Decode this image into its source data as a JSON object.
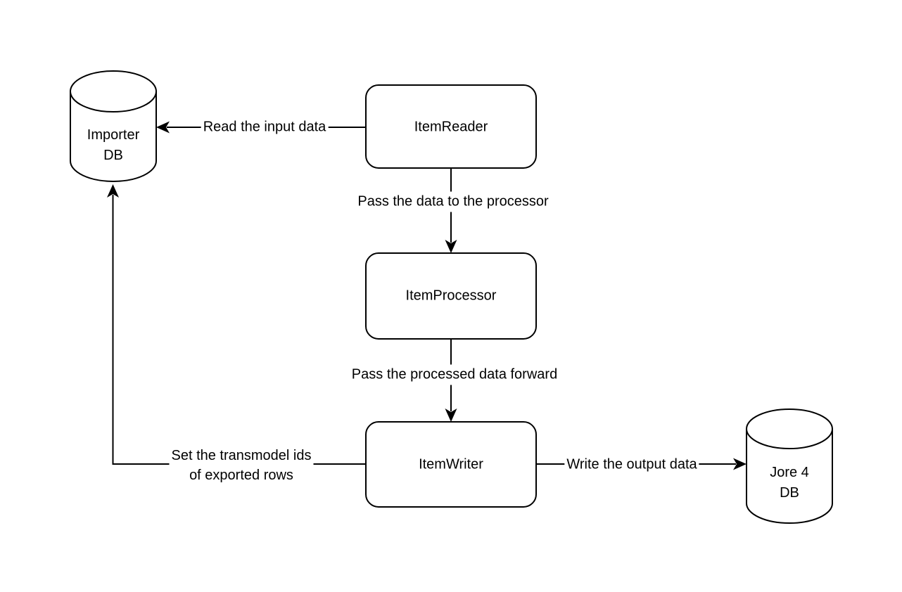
{
  "diagram": {
    "colors": {
      "background": "#ffffff",
      "stroke": "#000000",
      "text": "#000000"
    },
    "nodes": {
      "importer_db": {
        "shape": "cylinder",
        "line1": "Importer",
        "line2": "DB"
      },
      "item_reader": {
        "shape": "rounded-rectangle",
        "label": "ItemReader"
      },
      "item_processor": {
        "shape": "rounded-rectangle",
        "label": "ItemProcessor"
      },
      "item_writer": {
        "shape": "rounded-rectangle",
        "label": "ItemWriter"
      },
      "jore4_db": {
        "shape": "cylinder",
        "line1": "Jore 4",
        "line2": "DB"
      }
    },
    "edges": {
      "read_input": {
        "from": "item_reader",
        "to": "importer_db",
        "label": "Read the input data"
      },
      "pass_to_processor": {
        "from": "item_reader",
        "to": "item_processor",
        "label": "Pass the data to the processor"
      },
      "pass_forward": {
        "from": "item_processor",
        "to": "item_writer",
        "label": "Pass the processed data forward"
      },
      "write_output": {
        "from": "item_writer",
        "to": "jore4_db",
        "label": "Write the output data"
      },
      "set_transmodel_ids": {
        "from": "item_writer",
        "to": "importer_db",
        "label_line1": "Set the transmodel ids",
        "label_line2": "of exported rows"
      }
    }
  }
}
